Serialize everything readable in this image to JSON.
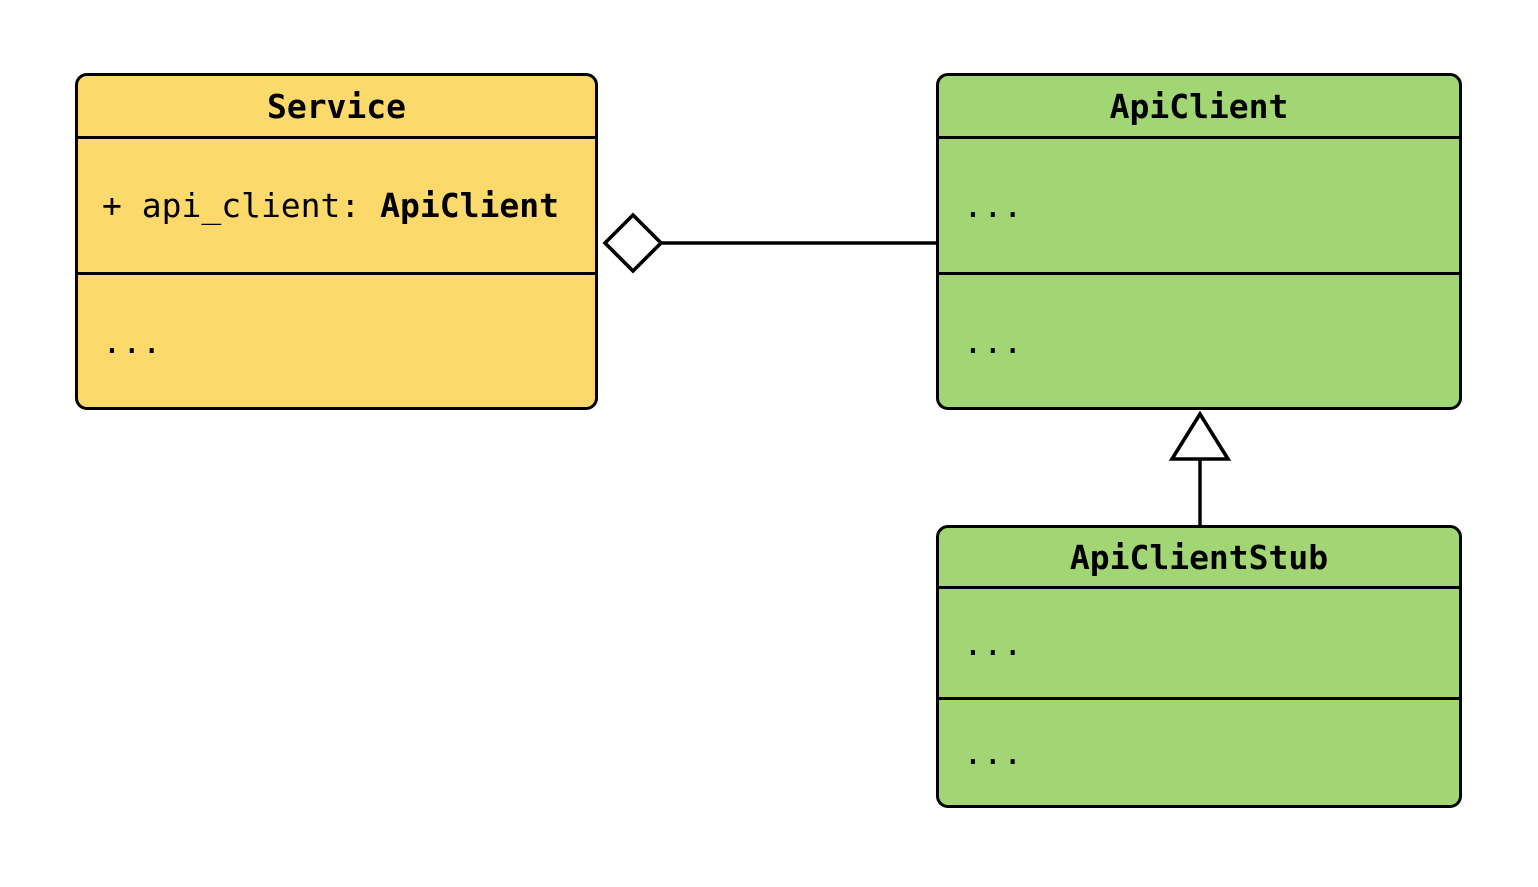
{
  "diagram": {
    "kind": "uml-class-diagram",
    "background": "#ffffff"
  },
  "colors": {
    "service_fill": "#FBD96B",
    "client_fill": "#A2D674",
    "stroke": "#000000",
    "marker_fill": "#ffffff"
  },
  "classes": [
    {
      "name": "Service",
      "attribute_prefix": "+ api_client: ",
      "attribute_type": "ApiClient",
      "methods": "..."
    },
    {
      "name": "ApiClient",
      "attributes": "...",
      "methods": "..."
    },
    {
      "name": "ApiClientStub",
      "attributes": "...",
      "methods": "..."
    }
  ],
  "relationships": [
    {
      "type": "aggregation",
      "from": "Service",
      "to": "ApiClient",
      "marker": "hollow-diamond",
      "marker_at": "Service"
    },
    {
      "type": "inheritance",
      "from": "ApiClientStub",
      "to": "ApiClient",
      "marker": "hollow-triangle",
      "marker_at": "ApiClient"
    }
  ]
}
